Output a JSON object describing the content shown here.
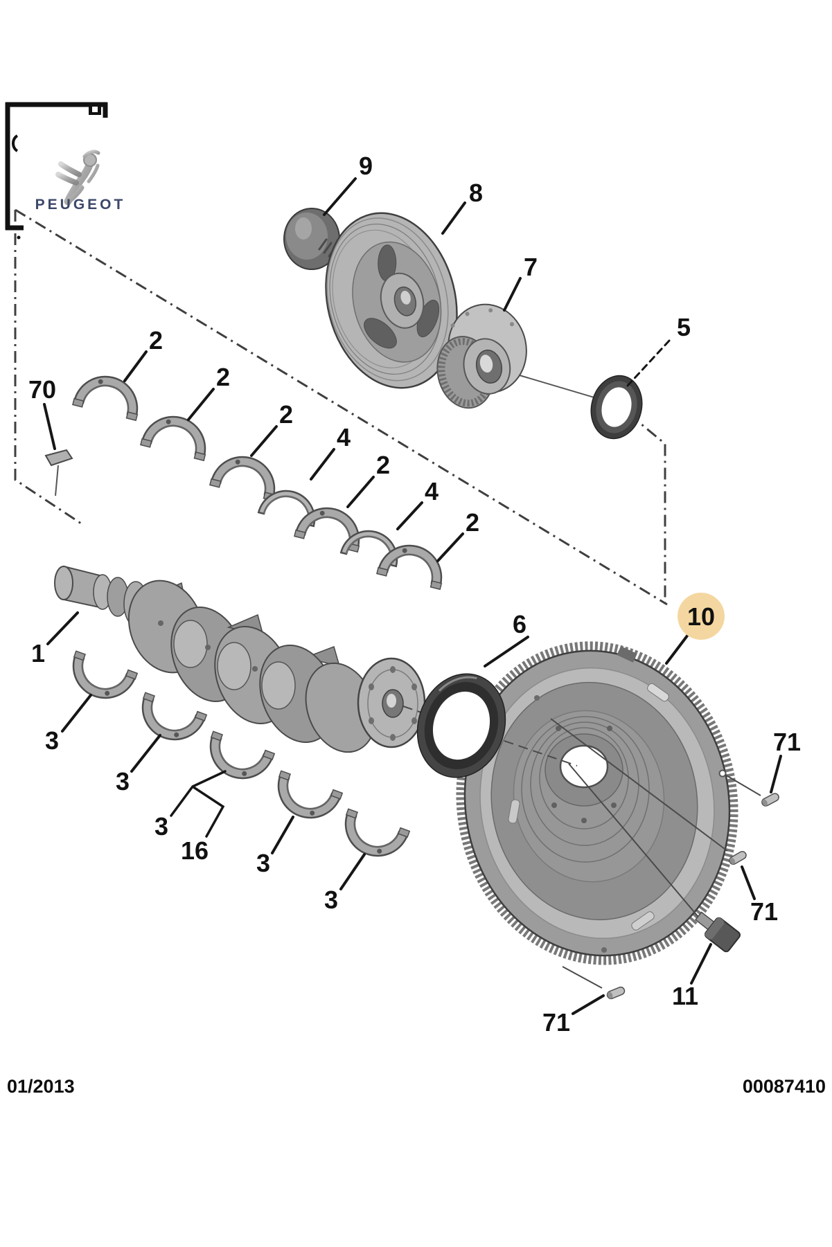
{
  "brand": {
    "wordmark": "PEUGEOT",
    "color": "#3d4769"
  },
  "footer": {
    "date": "01/2013",
    "document_number": "00087410"
  },
  "diagram": {
    "highlight_color": "#f4d7a0",
    "callouts": {
      "c9": {
        "ref": "9"
      },
      "c8": {
        "ref": "8"
      },
      "c7": {
        "ref": "7"
      },
      "c5": {
        "ref": "5"
      },
      "c2a": {
        "ref": "2"
      },
      "c2b": {
        "ref": "2"
      },
      "c2c": {
        "ref": "2"
      },
      "c2d": {
        "ref": "2"
      },
      "c2e": {
        "ref": "2"
      },
      "c4a": {
        "ref": "4"
      },
      "c4b": {
        "ref": "4"
      },
      "c70": {
        "ref": "70"
      },
      "c1": {
        "ref": "1"
      },
      "c3a": {
        "ref": "3"
      },
      "c3b": {
        "ref": "3"
      },
      "c3c": {
        "ref": "3"
      },
      "c3d": {
        "ref": "3"
      },
      "c3e": {
        "ref": "3"
      },
      "c16": {
        "ref": "16"
      },
      "c6": {
        "ref": "6"
      },
      "c10": {
        "ref": "10",
        "highlighted": true
      },
      "c71a": {
        "ref": "71"
      },
      "c71b": {
        "ref": "71"
      },
      "c71c": {
        "ref": "71"
      },
      "c11": {
        "ref": "11"
      }
    }
  }
}
